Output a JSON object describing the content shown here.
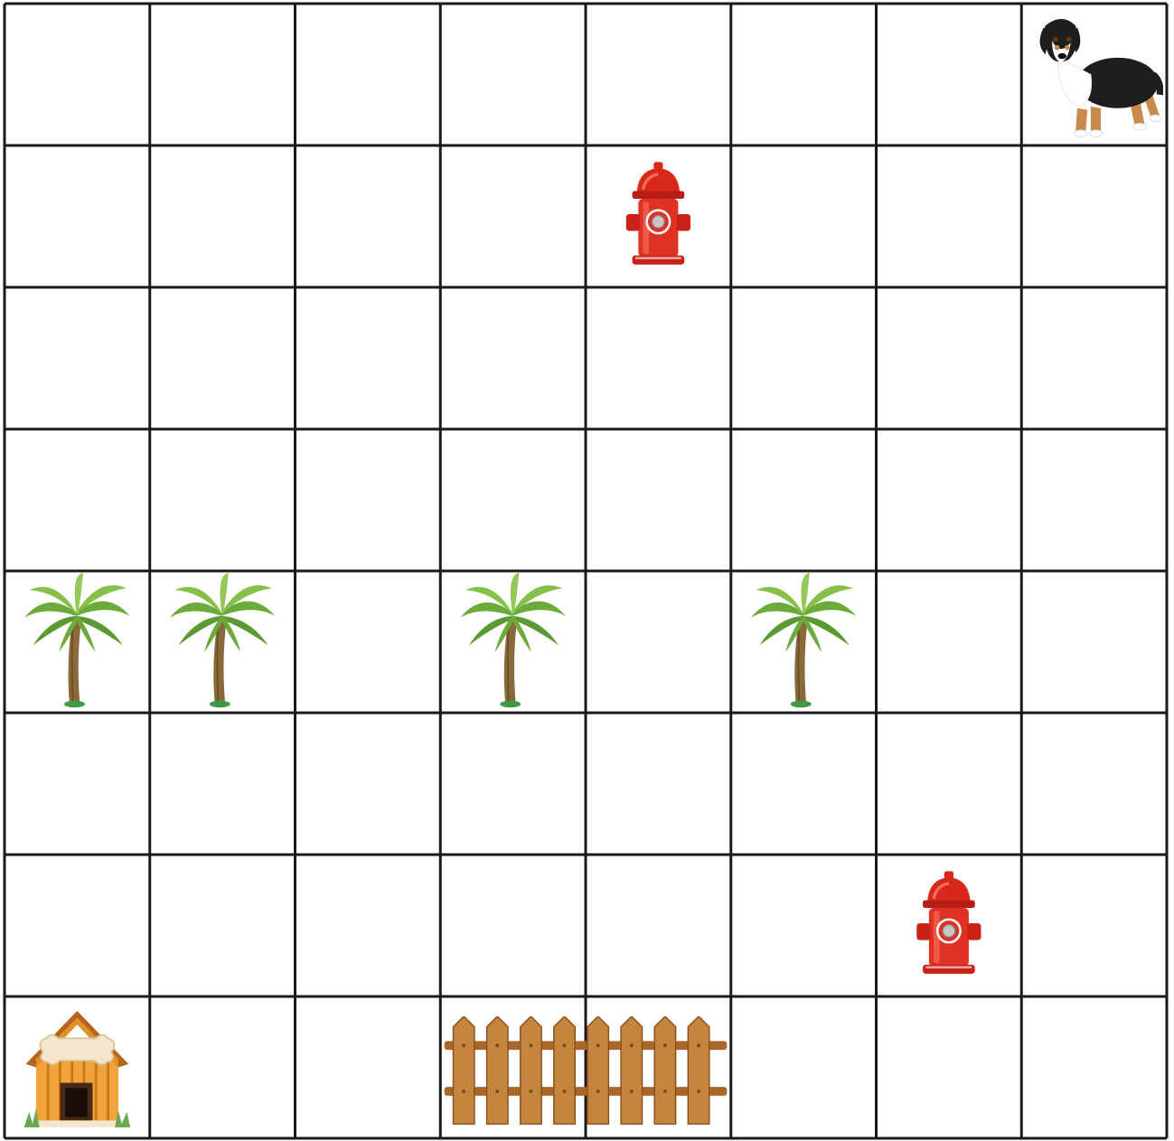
{
  "board": {
    "rows": 8,
    "cols": 8,
    "line_color": "#1a1a1a",
    "background": "#ffffff",
    "pieces": [
      {
        "kind": "dog",
        "icon": "dog-icon",
        "row": 0,
        "col": 7
      },
      {
        "kind": "fire-hydrant",
        "icon": "fire-hydrant-icon",
        "row": 1,
        "col": 4
      },
      {
        "kind": "palm-tree",
        "icon": "palm-tree-icon",
        "row": 4,
        "col": 0
      },
      {
        "kind": "palm-tree",
        "icon": "palm-tree-icon",
        "row": 4,
        "col": 1
      },
      {
        "kind": "palm-tree",
        "icon": "palm-tree-icon",
        "row": 4,
        "col": 3
      },
      {
        "kind": "palm-tree",
        "icon": "palm-tree-icon",
        "row": 4,
        "col": 5
      },
      {
        "kind": "fire-hydrant",
        "icon": "fire-hydrant-icon",
        "row": 6,
        "col": 6
      },
      {
        "kind": "dog-house",
        "icon": "dog-house-icon",
        "row": 7,
        "col": 0
      },
      {
        "kind": "fence",
        "icon": "fence-icon",
        "row": 7,
        "col": 3,
        "span_cols": 2
      }
    ]
  }
}
